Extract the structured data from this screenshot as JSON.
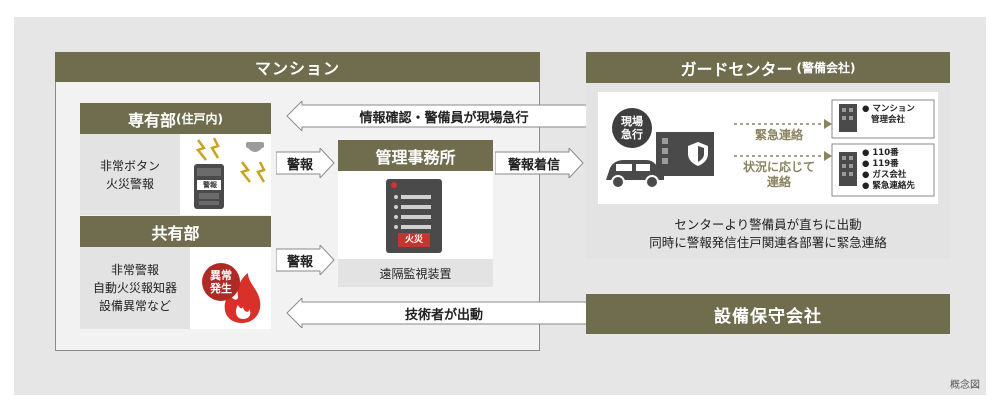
{
  "mansion": {
    "title": "マンション"
  },
  "private": {
    "title": "専有部",
    "title_sub": "(住戸内)",
    "lines": [
      "非常ボタン",
      "火災警報"
    ],
    "panel_label": "警報"
  },
  "common": {
    "title": "共有部",
    "lines": [
      "非常警報",
      "自動火災報知器",
      "設備異常など"
    ],
    "badge": [
      "異常",
      "発生"
    ]
  },
  "office": {
    "title": "管理事務所",
    "device_label": "遠隔監視装置",
    "panel_label": "火災"
  },
  "guard": {
    "title": "ガードセンター",
    "title_sub": "(警備会社)",
    "badge": [
      "現場",
      "急行"
    ],
    "route1": "緊急連絡",
    "route2": [
      "状況に応じて",
      "連絡"
    ],
    "dest1": [
      "マンション",
      "管理会社"
    ],
    "dest2": [
      "110番",
      "119番",
      "ガス会社",
      "緊急連絡先"
    ],
    "footer": [
      "センターより警備員が直ちに出動",
      "同時に警報発信住戸関連各部署に緊急連絡"
    ]
  },
  "maintenance": {
    "title": "設備保守会社"
  },
  "arrows": {
    "dispatch": "情報確認・警備員が現場急行",
    "alarm1": "警報",
    "alarm2": "警報",
    "alarm_receive": "警報着信",
    "engineer": "技術者が出動"
  },
  "caption": "概念図",
  "colors": {
    "olive": "#706d4f",
    "alert_red": "#b02a25",
    "olive_text": "#8a8460"
  }
}
